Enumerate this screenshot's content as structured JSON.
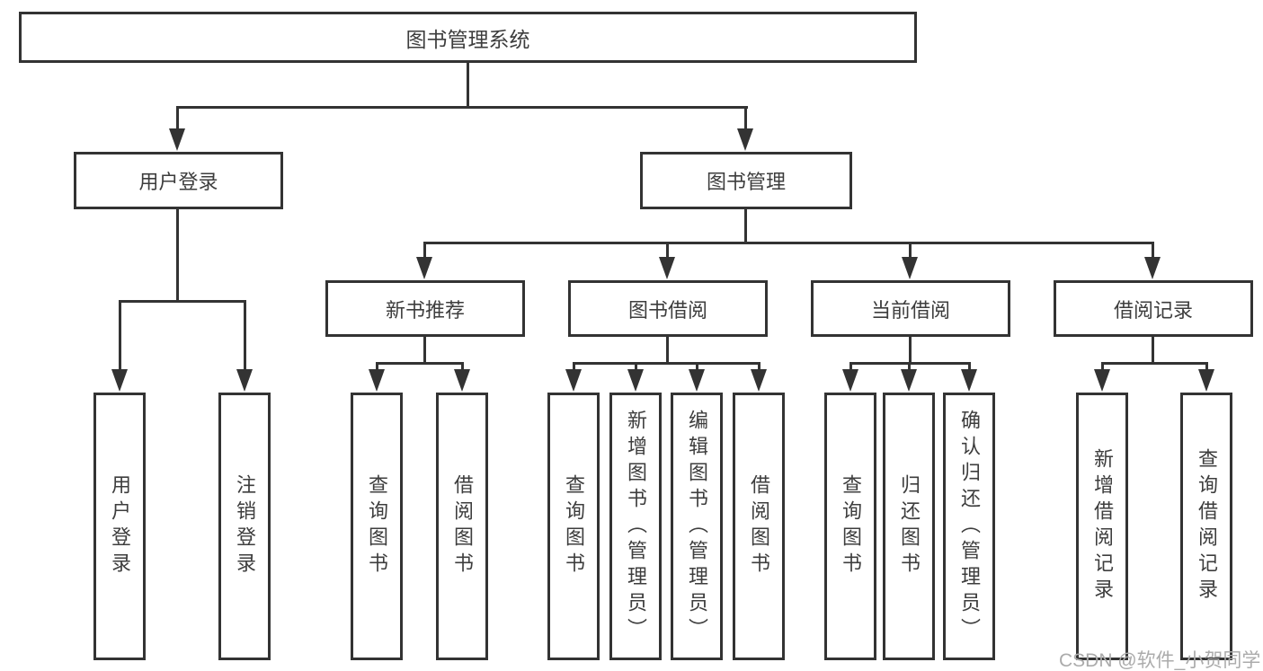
{
  "tree": {
    "root": "图书管理系统",
    "login": {
      "label": "用户登录",
      "children": [
        "用户登录",
        "注销登录"
      ]
    },
    "mgmt": {
      "label": "图书管理",
      "groups": [
        {
          "label": "新书推荐",
          "children": [
            "查询图书",
            "借阅图书"
          ]
        },
        {
          "label": "图书借阅",
          "children": [
            "查询图书",
            "新增图书（管理员）",
            "编辑图书（管理员）",
            "借阅图书"
          ]
        },
        {
          "label": "当前借阅",
          "children": [
            "查询图书",
            "归还图书",
            "确认归还（管理员）"
          ]
        },
        {
          "label": "借阅记录",
          "children": [
            "新增借阅记录",
            "查询借阅记录"
          ]
        }
      ]
    }
  },
  "watermark": "CSDN @软件_小贺同学",
  "colors": {
    "line": "#333333",
    "text": "#3d3d3d",
    "watermark_text": "#ababab",
    "background": "#ffffff"
  }
}
